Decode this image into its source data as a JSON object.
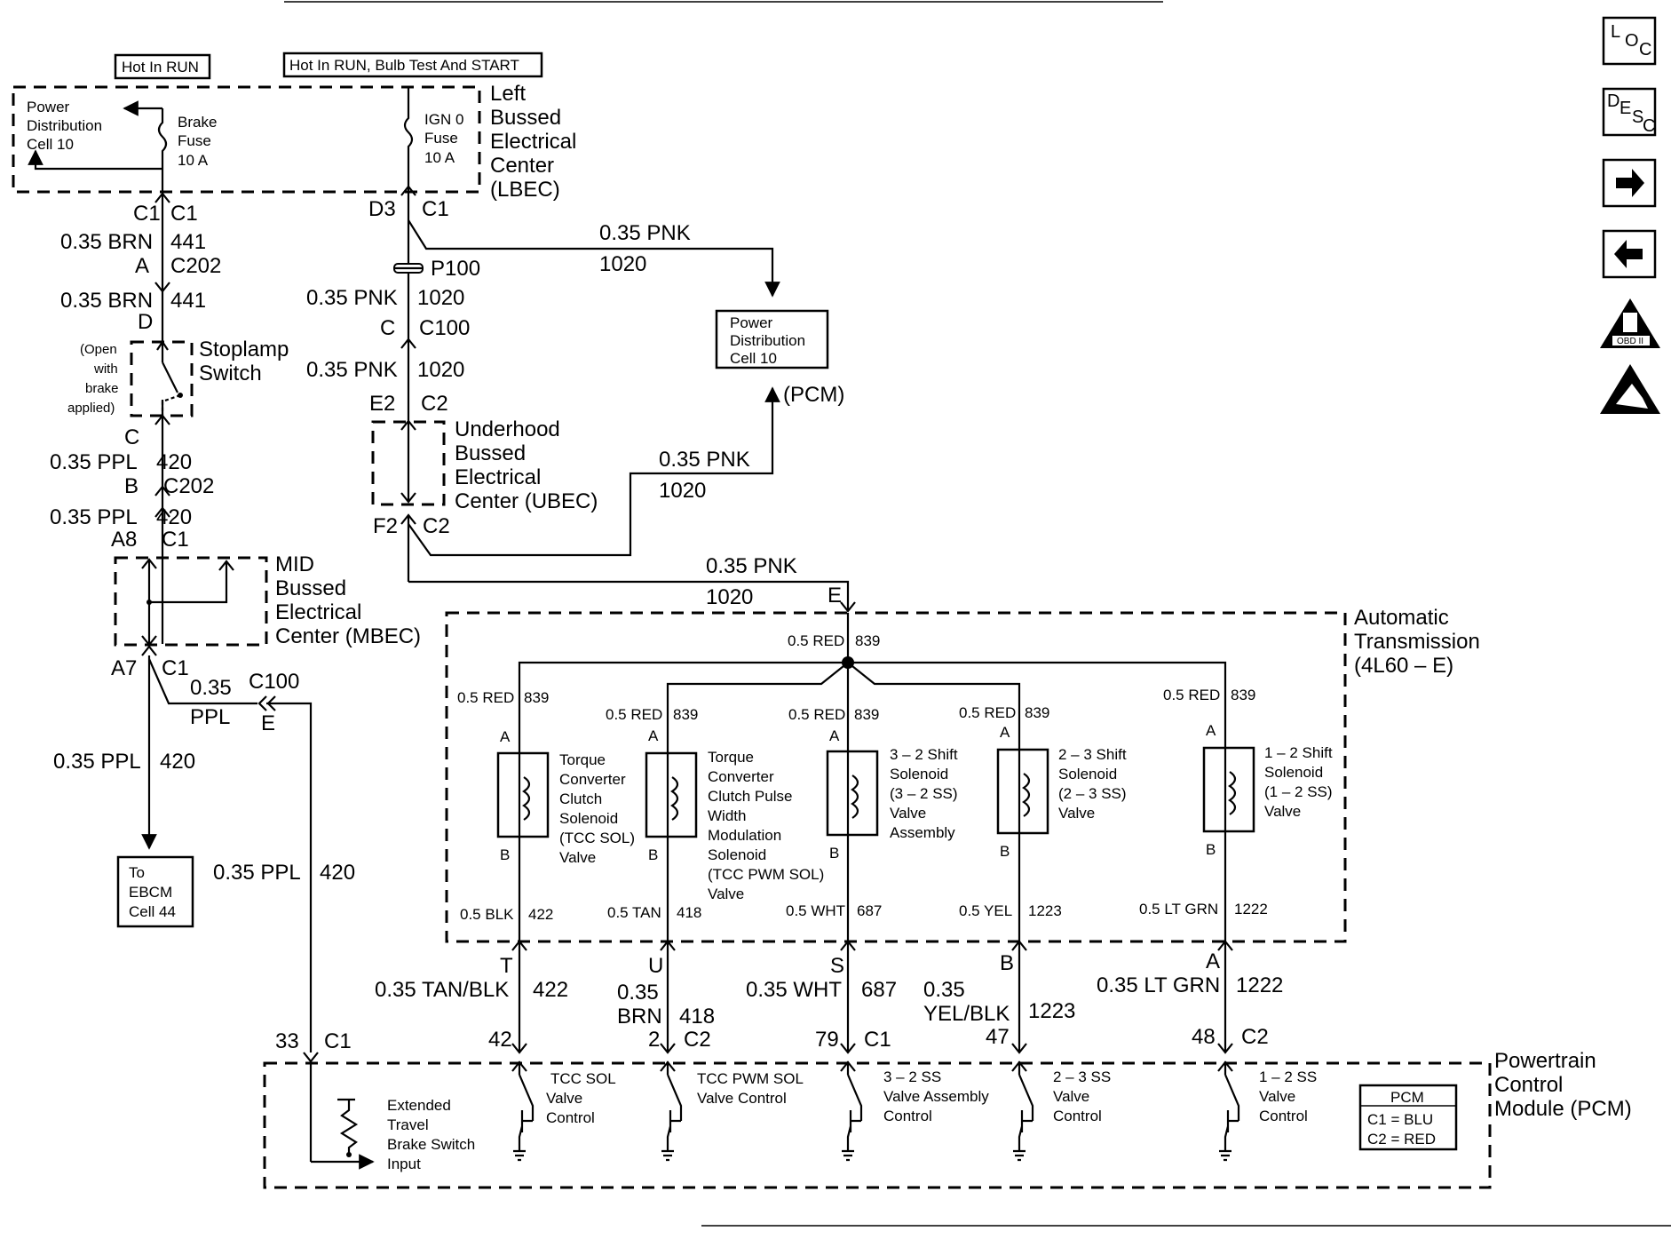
{
  "header_boxes": {
    "hot_run": "Hot In RUN",
    "hot_run_bulb": "Hot In RUN, Bulb Test And START"
  },
  "lbec": {
    "pd_cell": [
      "Power",
      "Distribution",
      "Cell 10"
    ],
    "brake_fuse": [
      "Brake",
      "Fuse",
      "10 A"
    ],
    "ign_fuse": [
      "IGN 0",
      "Fuse",
      "10 A"
    ],
    "title": [
      "Left",
      "Bussed",
      "Electrical",
      "Center",
      "(LBEC)"
    ]
  },
  "left_wire": {
    "c1a": "C1",
    "c1b": "C1",
    "w1": "0.35 BRN",
    "c1": "441",
    "A": "A",
    "c202a": "C202",
    "w2": "0.35 BRN",
    "c2": "441",
    "D": "D",
    "switch_note": [
      "(Open",
      "with",
      "brake",
      "applied)"
    ],
    "switch_title": [
      "Stoplamp",
      "Switch"
    ],
    "C": "C",
    "w3": "0.35 PPL",
    "c3": "420",
    "B": "B",
    "c202b": "C202",
    "w4": "0.35 PPL",
    "c4": "420",
    "A8": "A8",
    "c1c": "C1",
    "mbec": [
      "MID",
      "Bussed",
      "Electrical",
      "Center (MBEC)"
    ],
    "A7": "A7",
    "c1d": "C1",
    "w5": "0.35",
    "w5b": "PPL",
    "c100": "C100",
    "E": "E",
    "w6": "0.35 PPL",
    "c6": "420",
    "ebcm": [
      "To",
      "EBCM",
      "Cell 44"
    ],
    "w7": "0.35 PPL",
    "c7": "420"
  },
  "mid_wire": {
    "D3": "D3",
    "c1": "C1",
    "p100": "P100",
    "w1": "0.35 PNK",
    "c1n": "1020",
    "C": "C",
    "c100": "C100",
    "w2": "0.35 PNK",
    "c2n": "1020",
    "E2": "E2",
    "c2": "C2",
    "ubec": [
      "Underhood",
      "Bussed",
      "Electrical",
      "Center (UBEC)"
    ],
    "F2": "F2",
    "c2b": "C2",
    "top_w": "0.35 PNK",
    "top_n": "1020",
    "pd_box": [
      "Power",
      "Distribution",
      "Cell 10"
    ],
    "pcm": "(PCM)",
    "r2_w": "0.35 PNK",
    "r2_n": "1020",
    "r3_w": "0.35 PNK",
    "r3_n": "1020",
    "E": "E"
  },
  "transmission": {
    "title": [
      "Automatic",
      "Transmission",
      "(4L60 – E)"
    ],
    "feed_w": "0.5 RED",
    "feed_n": "839",
    "solenoids": [
      {
        "wire_top": "0.5 RED",
        "num_top": "839",
        "label": [
          "Torque",
          "Converter",
          "Clutch",
          "Solenoid",
          "(TCC SOL)",
          "Valve"
        ],
        "wire_bot": "0.5 BLK",
        "num_bot": "422",
        "pin": "T",
        "harness_w": [
          "0.35 TAN/BLK"
        ],
        "harness_n": "422",
        "pcm_pin": "42",
        "pcm_ctl": [
          "TCC SOL",
          "Valve",
          "Control"
        ]
      },
      {
        "wire_top": "0.5 RED",
        "num_top": "839",
        "label": [
          "Torque",
          "Converter",
          "Clutch Pulse",
          "Width",
          "Modulation",
          "Solenoid",
          "(TCC PWM SOL)",
          "Valve"
        ],
        "wire_bot": "0.5 TAN",
        "num_bot": "418",
        "pin": "U",
        "harness_w": [
          "0.35",
          "BRN"
        ],
        "harness_n": "418",
        "pcm_pin": "2",
        "pcm_ctl": [
          "TCC PWM SOL",
          "Valve Control"
        ]
      },
      {
        "wire_top": "0.5 RED",
        "num_top": "839",
        "label": [
          "3 – 2 Shift",
          "Solenoid",
          "(3 – 2 SS)",
          "Valve",
          "Assembly"
        ],
        "wire_bot": "0.5 WHT",
        "num_bot": "687",
        "pin": "S",
        "harness_w": [
          "0.35 WHT"
        ],
        "harness_n": "687",
        "pcm_pin": "79",
        "pcm_ctl": [
          "3 – 2 SS",
          "Valve Assembly",
          "Control"
        ]
      },
      {
        "wire_top": "0.5 RED",
        "num_top": "839",
        "label": [
          "2 – 3 Shift",
          "Solenoid",
          "(2 – 3 SS)",
          "Valve"
        ],
        "wire_bot": "0.5 YEL",
        "num_bot": "1223",
        "pin": "B",
        "harness_w": [
          "0.35",
          "YEL/BLK"
        ],
        "harness_n": "1223",
        "pcm_pin": "47",
        "pcm_ctl": [
          "2 – 3 SS",
          "Valve",
          "Control"
        ]
      },
      {
        "wire_top": "0.5 RED",
        "num_top": "839",
        "label": [
          "1 – 2 Shift",
          "Solenoid",
          "(1 – 2 SS)",
          "Valve"
        ],
        "wire_bot": "0.5 LT GRN",
        "num_bot": "1222",
        "pin": "A",
        "harness_w": [
          "0.35 LT GRN"
        ],
        "harness_n": "1222",
        "pcm_pin": "48",
        "pcm_ctl": [
          "1 – 2 SS",
          "Valve",
          "Control"
        ]
      }
    ],
    "pin_A": "A",
    "pin_B": "B",
    "conn_c1": "C1",
    "conn_c2": "C2",
    "conn_c1b": "C1",
    "conn_c2b": "C2"
  },
  "pcm": {
    "title": [
      "Powertrain",
      "Control",
      "Module (PCM)"
    ],
    "pin33": "33",
    "c1": "C1",
    "switch_input": [
      "Extended",
      "Travel",
      "Brake Switch",
      "Input"
    ],
    "legend": {
      "title": "PCM",
      "c1": "C1 = BLU",
      "c2": "C2 = RED"
    }
  },
  "nav_icons": {
    "loc": [
      "L",
      "O",
      "C"
    ],
    "desc": [
      "D",
      "E",
      "S",
      "C"
    ],
    "obd": "OBD II"
  }
}
